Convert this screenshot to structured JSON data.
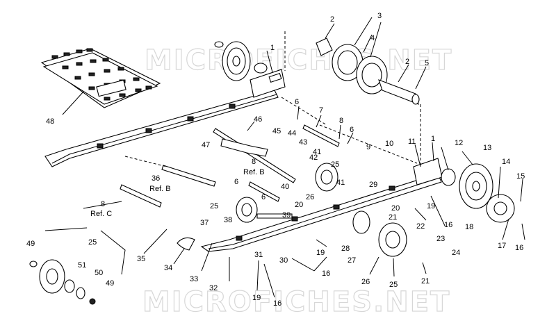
{
  "watermark": "MICROFICHES.NET",
  "labels": [
    {
      "id": "l1a",
      "text": "1"
    },
    {
      "id": "l2a",
      "text": "2"
    },
    {
      "id": "l3",
      "text": "3"
    },
    {
      "id": "l4",
      "text": "4"
    },
    {
      "id": "l2b",
      "text": "2"
    },
    {
      "id": "l5",
      "text": "5"
    },
    {
      "id": "l48",
      "text": "48"
    },
    {
      "id": "l6a",
      "text": "6"
    },
    {
      "id": "l7",
      "text": "7"
    },
    {
      "id": "l46",
      "text": "46"
    },
    {
      "id": "l8a",
      "text": "8"
    },
    {
      "id": "l6b",
      "text": "6"
    },
    {
      "id": "l45",
      "text": "45"
    },
    {
      "id": "l44",
      "text": "44"
    },
    {
      "id": "l43",
      "text": "43"
    },
    {
      "id": "l41a",
      "text": "41"
    },
    {
      "id": "l47",
      "text": "47"
    },
    {
      "id": "l8b",
      "text": "8"
    },
    {
      "id": "lrefb1",
      "text": "Ref. B"
    },
    {
      "id": "l42",
      "text": "42"
    },
    {
      "id": "l25a",
      "text": "25"
    },
    {
      "id": "l9",
      "text": "9"
    },
    {
      "id": "l10",
      "text": "10"
    },
    {
      "id": "l11",
      "text": "11"
    },
    {
      "id": "l1b",
      "text": "1"
    },
    {
      "id": "l12",
      "text": "12"
    },
    {
      "id": "l13",
      "text": "13"
    },
    {
      "id": "l14",
      "text": "14"
    },
    {
      "id": "l15",
      "text": "15"
    },
    {
      "id": "l36",
      "text": "36"
    },
    {
      "id": "lrefb2",
      "text": "Ref. B"
    },
    {
      "id": "l6c",
      "text": "6"
    },
    {
      "id": "l40",
      "text": "40"
    },
    {
      "id": "l41b",
      "text": "41"
    },
    {
      "id": "l29",
      "text": "29"
    },
    {
      "id": "l26a",
      "text": "26"
    },
    {
      "id": "l8c",
      "text": "8"
    },
    {
      "id": "lrefc",
      "text": "Ref. C"
    },
    {
      "id": "l25b",
      "text": "25"
    },
    {
      "id": "l6d",
      "text": "6"
    },
    {
      "id": "l20a",
      "text": "20"
    },
    {
      "id": "l39",
      "text": "39"
    },
    {
      "id": "l20b",
      "text": "20"
    },
    {
      "id": "l19a",
      "text": "19"
    },
    {
      "id": "l16a",
      "text": "16"
    },
    {
      "id": "l18",
      "text": "18"
    },
    {
      "id": "l17",
      "text": "17"
    },
    {
      "id": "l16b",
      "text": "16"
    },
    {
      "id": "l37",
      "text": "37"
    },
    {
      "id": "l38",
      "text": "38"
    },
    {
      "id": "l21a",
      "text": "21"
    },
    {
      "id": "l22",
      "text": "22"
    },
    {
      "id": "l23",
      "text": "23"
    },
    {
      "id": "l24",
      "text": "24"
    },
    {
      "id": "l25c",
      "text": "25"
    },
    {
      "id": "l49a",
      "text": "49"
    },
    {
      "id": "l35",
      "text": "35"
    },
    {
      "id": "l34",
      "text": "34"
    },
    {
      "id": "l28",
      "text": "28"
    },
    {
      "id": "l19b",
      "text": "19"
    },
    {
      "id": "l27",
      "text": "27"
    },
    {
      "id": "l30",
      "text": "30"
    },
    {
      "id": "l31",
      "text": "31"
    },
    {
      "id": "l16c",
      "text": "16"
    },
    {
      "id": "l51",
      "text": "51"
    },
    {
      "id": "l50",
      "text": "50"
    },
    {
      "id": "l49b",
      "text": "49"
    },
    {
      "id": "l33",
      "text": "33"
    },
    {
      "id": "l32",
      "text": "32"
    },
    {
      "id": "l19c",
      "text": "19"
    },
    {
      "id": "l16d",
      "text": "16"
    },
    {
      "id": "l26b",
      "text": "26"
    },
    {
      "id": "l25d",
      "text": "25"
    },
    {
      "id": "l21b",
      "text": "21"
    }
  ]
}
